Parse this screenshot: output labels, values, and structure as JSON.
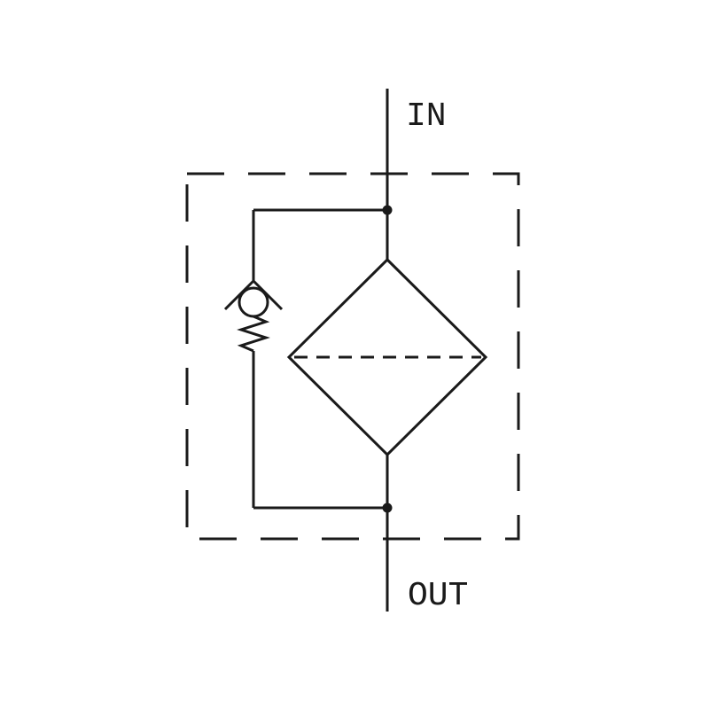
{
  "diagram": {
    "type": "hydraulic-filter-schematic",
    "labels": {
      "inlet": "IN",
      "outlet": "OUT"
    },
    "colors": {
      "line": "#1a1a1a",
      "background": "#ffffff"
    },
    "symbols": [
      {
        "name": "inlet-port",
        "label": "IN"
      },
      {
        "name": "enclosure-dashed-boundary",
        "label": ""
      },
      {
        "name": "filter-element-diamond",
        "label": ""
      },
      {
        "name": "bypass-check-valve",
        "label": ""
      },
      {
        "name": "bypass-spring",
        "label": ""
      },
      {
        "name": "outlet-port",
        "label": "OUT"
      }
    ]
  }
}
